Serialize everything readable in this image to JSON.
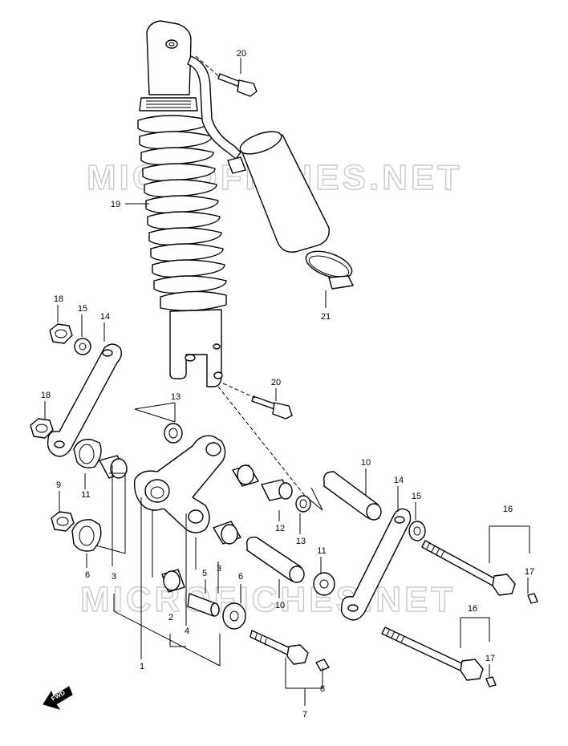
{
  "watermark": "MICROFICHES.NET",
  "fwd_label": "FWD",
  "colors": {
    "line": "#000000",
    "watermark": "#c9c9c9"
  },
  "callouts": {
    "c1": "1",
    "c2": "2",
    "c3a": "3",
    "c3b": "3",
    "c4": "4",
    "c5": "5",
    "c6a": "6",
    "c6b": "6",
    "c7": "7",
    "c8": "8",
    "c9": "9",
    "c10a": "10",
    "c10b": "10",
    "c11a": "11",
    "c11b": "11",
    "c12": "12",
    "c13a": "13",
    "c13b": "13",
    "c14a": "14",
    "c14b": "14",
    "c15a": "15",
    "c15b": "15",
    "c16a": "16",
    "c16b": "16",
    "c17a": "17",
    "c17b": "17",
    "c18a": "18",
    "c18b": "18",
    "c19": "19",
    "c20a": "20",
    "c20b": "20",
    "c21": "21"
  }
}
